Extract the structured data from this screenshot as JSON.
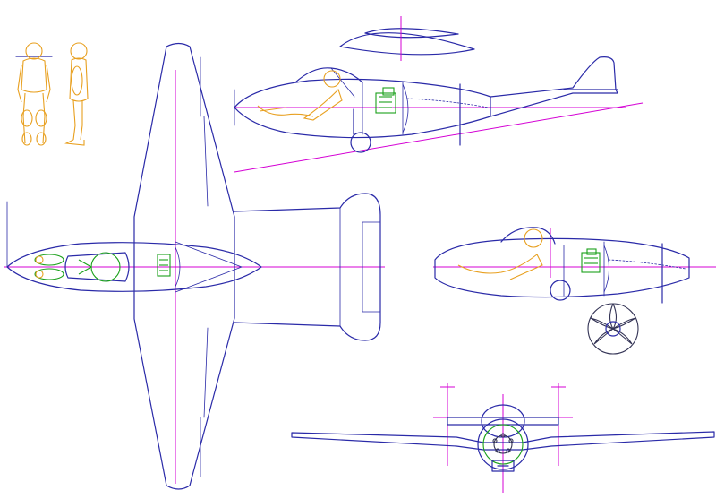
{
  "drawing": {
    "colors": {
      "outline": "#2a2aa8",
      "axis": "#d400d4",
      "pilot": "#e8a020",
      "engine": "#1aa01a",
      "gear": "#333355",
      "background": "#ffffff"
    },
    "views": [
      {
        "id": "pilot-figures",
        "icon": "human-figure-icon"
      },
      {
        "id": "airfoil-section",
        "icon": "airfoil-icon"
      },
      {
        "id": "side-view",
        "icon": "aircraft-side-icon"
      },
      {
        "id": "top-view",
        "icon": "aircraft-top-icon"
      },
      {
        "id": "side-view-alt",
        "icon": "aircraft-side-icon"
      },
      {
        "id": "front-view",
        "icon": "aircraft-front-icon"
      }
    ]
  }
}
